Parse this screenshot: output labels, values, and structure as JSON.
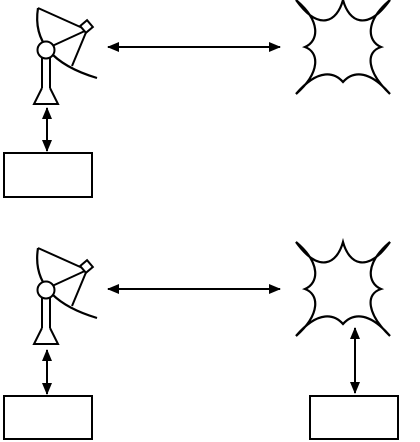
{
  "diagram": {
    "stroke_color": "#000000",
    "background_color": "#ffffff",
    "panels": [
      {
        "antenna": "satellite-dish",
        "object": "explosion-burst",
        "antenna_box": true,
        "object_box": false
      },
      {
        "antenna": "satellite-dish",
        "object": "explosion-burst",
        "antenna_box": true,
        "object_box": true
      }
    ]
  }
}
